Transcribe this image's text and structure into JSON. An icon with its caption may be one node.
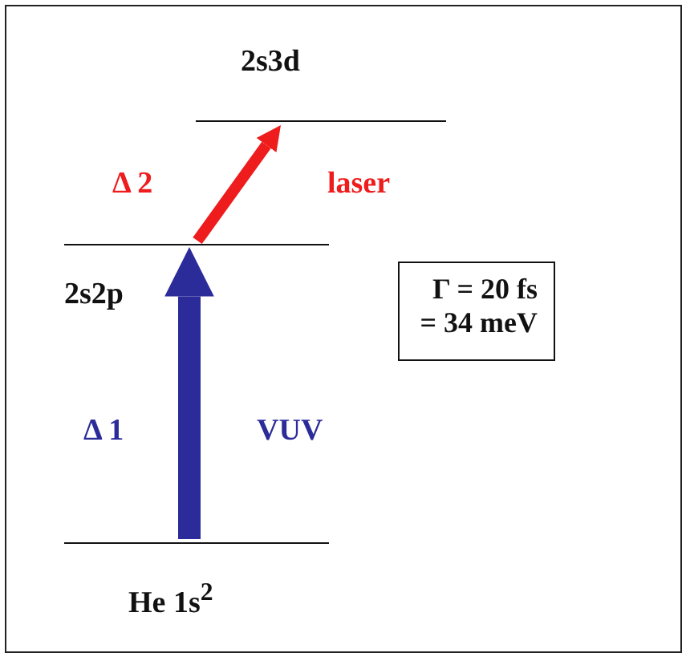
{
  "diagram": {
    "nodes": [
      {
        "text": [
          "2s3d"
        ]
      },
      {
        "text": [
          "2s2p"
        ]
      },
      {
        "text": [
          "He 1s$^{2}$"
        ]
      },
      {
        "text": [
          "Γ = 20 fs = 34 meV"
        ]
      }
    ],
    "edges": [
      {
        "from": 2,
        "to": 1,
        "arrow": "to",
        "style": "thick",
        "label": "VUV",
        "color": "#2b2b9a"
      },
      {
        "from": 1,
        "to": 0,
        "arrow": "to",
        "label": "laser",
        "color": "#ee1c1c"
      }
    ],
    "labels": [
      "Δ 2",
      "Δ 1"
    ]
  }
}
